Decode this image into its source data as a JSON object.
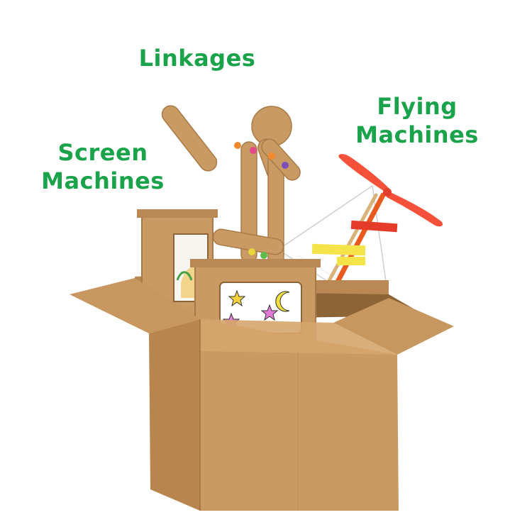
{
  "labels": {
    "linkages": "Linkages",
    "screen": [
      "Screen",
      "Machines"
    ],
    "flying": [
      "Flying",
      "Machines"
    ]
  },
  "colors": {
    "label_green": "#1aa34a",
    "cardboard": "#c99a63",
    "cardboard_dark": "#a87a47",
    "cardboard_light": "#dcb07a",
    "propeller": "#f4503a",
    "stick_red": "#e53c2a",
    "stick_yellow": "#f5e34a",
    "star_yellow": "#f4d23a",
    "star_pink": "#e27bd6",
    "moon_yellow": "#f2e03c"
  },
  "icons": [
    "cardboard-box",
    "linkage-figure",
    "screen-machine-tall",
    "screen-machine-small",
    "flying-machine-propeller"
  ]
}
